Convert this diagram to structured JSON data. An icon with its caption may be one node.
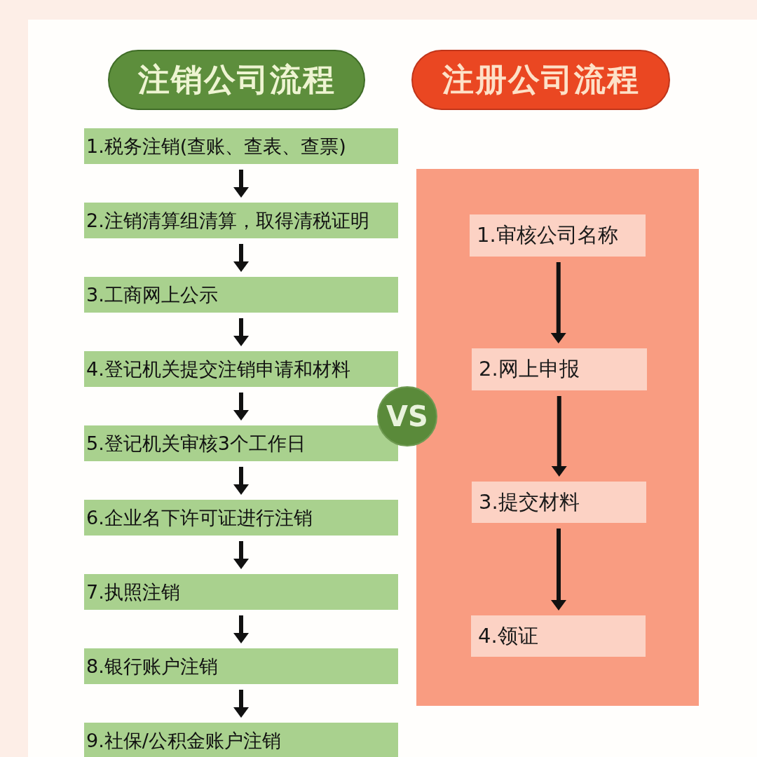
{
  "diagram": {
    "nodes": [
      {
        "text": [
          "注销公司流程"
        ]
      },
      {
        "text": [
          "注册公司流程"
        ]
      },
      {
        "text": [
          "1.税务注销(查账、查表、查票)"
        ]
      },
      {
        "text": [
          "2.注销清算组清算，取得清税证明"
        ]
      },
      {
        "text": [
          "3.工商网上公示"
        ]
      },
      {
        "text": [
          "4.登记机关提交注销申请和材料"
        ]
      },
      {
        "text": [
          "5.登记机关审核3个工作日"
        ]
      },
      {
        "text": [
          "6.企业名下许可证进行注销"
        ]
      },
      {
        "text": [
          "7.执照注销"
        ]
      },
      {
        "text": [
          "8.银行账户注销"
        ]
      },
      {
        "text": [
          "9.社保/公积金账户注销"
        ]
      },
      {
        "text": [
          "VS"
        ]
      },
      {
        "text": [],
        "shape": "box"
      },
      {
        "text": [
          "1.审核公司名称"
        ],
        "in": 12
      },
      {
        "text": [
          "2.网上申报"
        ],
        "in": 12
      },
      {
        "text": [
          "3.提交材料"
        ],
        "in": 12
      },
      {
        "text": [
          "4.领证"
        ],
        "in": 12
      }
    ],
    "edges": [
      {
        "from": 2,
        "to": 3,
        "arrow": "to"
      },
      {
        "from": 3,
        "to": 4,
        "arrow": "to"
      },
      {
        "from": 4,
        "to": 5,
        "arrow": "to"
      },
      {
        "from": 5,
        "to": 6,
        "arrow": "to"
      },
      {
        "from": 6,
        "to": 7,
        "arrow": "to"
      },
      {
        "from": 7,
        "to": 8,
        "arrow": "to"
      },
      {
        "from": 8,
        "to": 9,
        "arrow": "to"
      },
      {
        "from": 9,
        "to": 10,
        "arrow": "to"
      },
      {
        "from": 13,
        "to": 14,
        "arrow": "to"
      },
      {
        "from": 14,
        "to": 15,
        "arrow": "to"
      },
      {
        "from": 15,
        "to": 16,
        "arrow": "to"
      }
    ]
  }
}
